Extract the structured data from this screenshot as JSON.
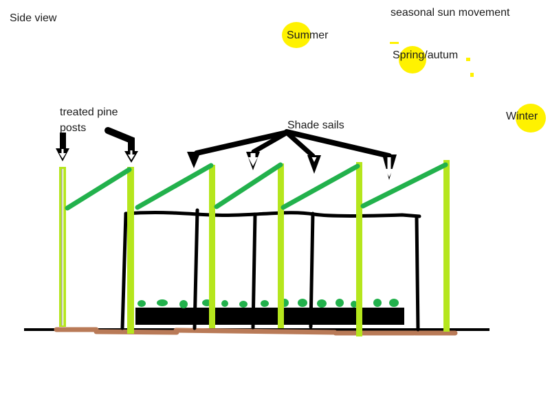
{
  "page": {
    "title": "Side view"
  },
  "labels": {
    "side_view": "Side view",
    "seasonal_sun": "seasonal sun movement",
    "summer": "Summer",
    "spring_autumn": "Spring/autum",
    "winter": "Winter",
    "treated_posts": "treated pine posts",
    "shade_sails": "Shade sails"
  },
  "colors": {
    "ink_black": "#000000",
    "post_lime": "#B5E61D",
    "sail_green": "#22B14C",
    "plant_green": "#22B14C",
    "sun_yellow": "#FFF200",
    "ground_brown": "#B97A57",
    "post_grain_gray": "#A6A6A6"
  },
  "diagram": {
    "view": "Side view",
    "suns": [
      {
        "season": "Summer"
      },
      {
        "season": "Spring/autum"
      },
      {
        "season": "Winter"
      }
    ],
    "post_count": 6,
    "sail_count": 5,
    "plant_count": 14
  }
}
